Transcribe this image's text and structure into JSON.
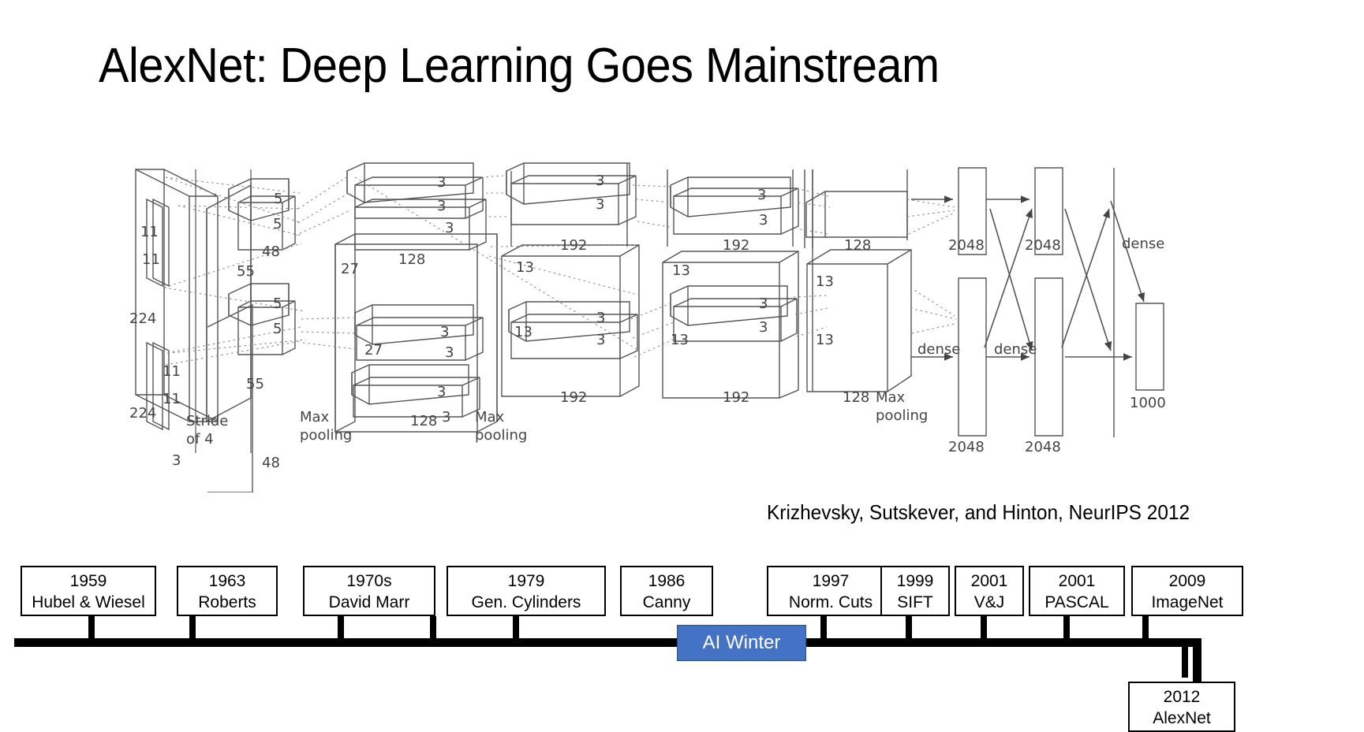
{
  "slide": {
    "title": "AlexNet: Deep Learning Goes Mainstream",
    "citation": "Krizhevsky, Sutskever, and Hinton, NeurIPS 2012"
  },
  "figure": {
    "name": "alexnet-architecture-diagram",
    "labels": {
      "input_h": "224",
      "input_w": "224",
      "input_depth": "3",
      "kernel_11_a": "11",
      "kernel_11_b": "11",
      "kernel_11_c": "11",
      "kernel_11_d": "11",
      "stride": "Stride\nof 4",
      "stride_line1": "Stride",
      "stride_line2": "of 4",
      "conv1_size_top": "55",
      "conv1_size_bottom": "55",
      "conv1_depth_top": "48",
      "conv1_depth_bottom": "48",
      "kernel_5_a": "5",
      "kernel_5_b": "5",
      "kernel_5_c": "5",
      "kernel_5_d": "5",
      "conv2_size_top": "27",
      "conv2_size_bottom": "27",
      "conv2_depth_top": "128",
      "conv2_depth_bottom": "128",
      "kernel_3": "3",
      "conv3_size_top": "13",
      "conv3_size_bottom": "13",
      "conv3_depth_top": "192",
      "conv3_depth_bottom": "192",
      "conv4_depth_top": "192",
      "conv4_depth_bottom": "192",
      "conv5_size_top": "13",
      "conv5_size_bottom": "13",
      "conv5_depth_top": "128",
      "conv5_depth_bottom": "128",
      "fc1_top": "2048",
      "fc1_bottom": "2048",
      "fc2_top": "2048",
      "fc2_bottom": "2048",
      "output": "1000",
      "dense": "dense",
      "max_pooling_line1": "Max",
      "max_pooling_line2": "pooling"
    },
    "annotations": [
      {
        "text": "Max pooling",
        "occurrences": 3
      },
      {
        "text": "dense",
        "occurrences": 3
      }
    ]
  },
  "timeline": {
    "accent_color": "#4472C4",
    "line_color": "#000000",
    "ai_winter": {
      "label": "AI Winter"
    },
    "events": [
      {
        "year": "1959",
        "label": "Hubel & Wiesel"
      },
      {
        "year": "1963",
        "label": "Roberts"
      },
      {
        "year": "1970s",
        "label": "David Marr"
      },
      {
        "year": "1979",
        "label": "Gen. Cylinders"
      },
      {
        "year": "1986",
        "label": "Canny"
      },
      {
        "year": "1997",
        "label": "Norm. Cuts"
      },
      {
        "year": "1999",
        "label": "SIFT"
      },
      {
        "year": "2001",
        "label": "V&J"
      },
      {
        "year": "2001",
        "label": "PASCAL"
      },
      {
        "year": "2009",
        "label": "ImageNet"
      },
      {
        "year": "2012",
        "label": "AlexNet"
      }
    ]
  }
}
